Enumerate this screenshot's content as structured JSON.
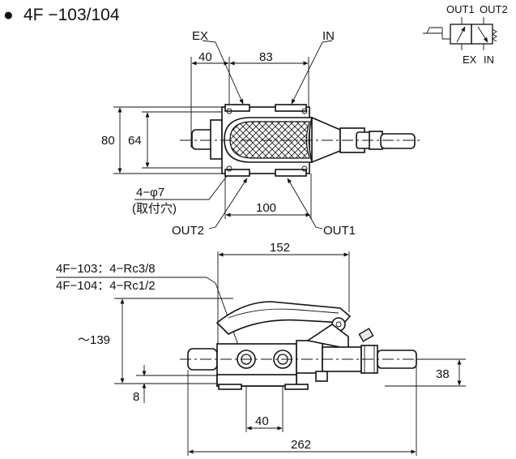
{
  "title": "4F −103/104",
  "bullet": "●",
  "symbol": {
    "labels": {
      "out1": "OUT1",
      "out2": "OUT2",
      "ex": "EX",
      "in": "IN"
    }
  },
  "top_view": {
    "port_labels": {
      "ex": "EX",
      "in": "IN",
      "out2": "OUT2",
      "out1": "OUT1"
    },
    "dimensions": {
      "d40": "40",
      "d83": "83",
      "d80": "80",
      "d64": "64",
      "d100": "100"
    },
    "mounting_hole": {
      "spec": "4−φ7",
      "note": "(取付穴)"
    }
  },
  "side_view": {
    "port_spec_103": "4F−103：4−Rc3/8",
    "port_spec_104": "4F−104：4−Rc1/2",
    "dimensions": {
      "d152": "152",
      "d139": "～139",
      "d8": "8",
      "d38": "38",
      "d40": "40",
      "d262": "262"
    }
  }
}
